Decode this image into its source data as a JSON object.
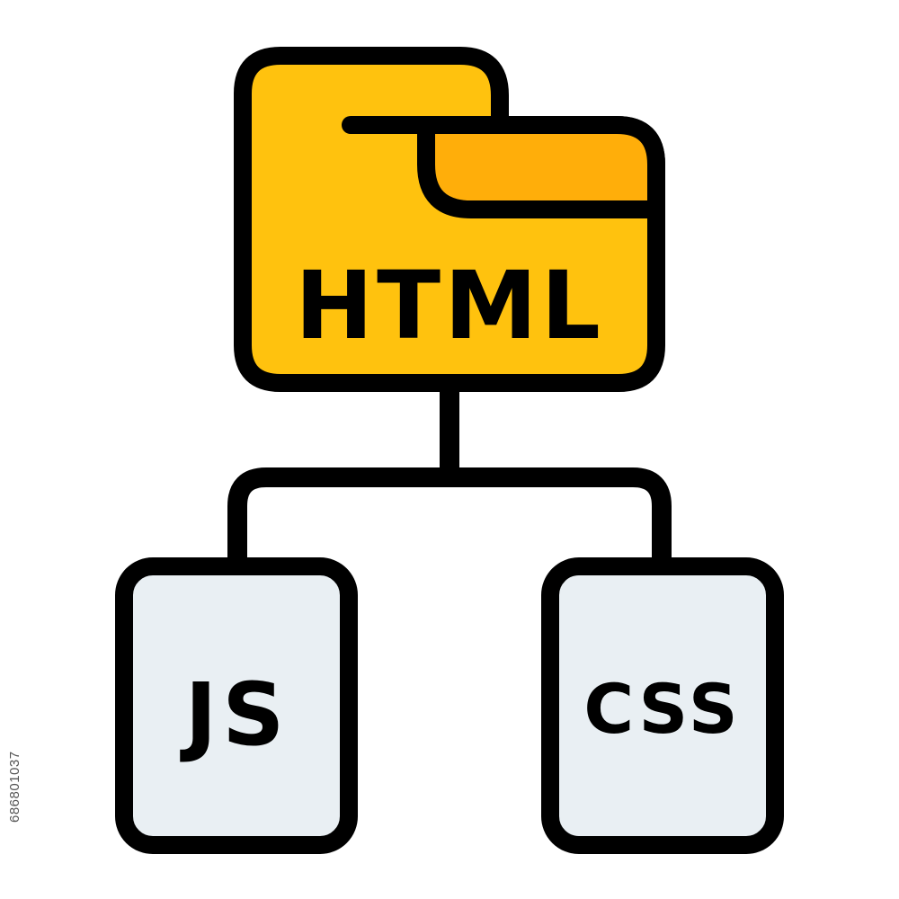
{
  "icon": {
    "name": "html-js-css-structure-icon",
    "nodes": {
      "html": {
        "label": "HTML",
        "icon": "folder-icon"
      },
      "js": {
        "label": "JS",
        "icon": "file-icon"
      },
      "css": {
        "label": "CSS",
        "icon": "file-icon"
      }
    }
  },
  "colors": {
    "outline": "#000000",
    "folder_fill": "#FFC20E",
    "folder_tab_fill": "#FFAE0A",
    "file_fill": "#E9EFF3",
    "background": "#FFFFFF"
  },
  "watermark": {
    "stock_id": "686801037"
  }
}
